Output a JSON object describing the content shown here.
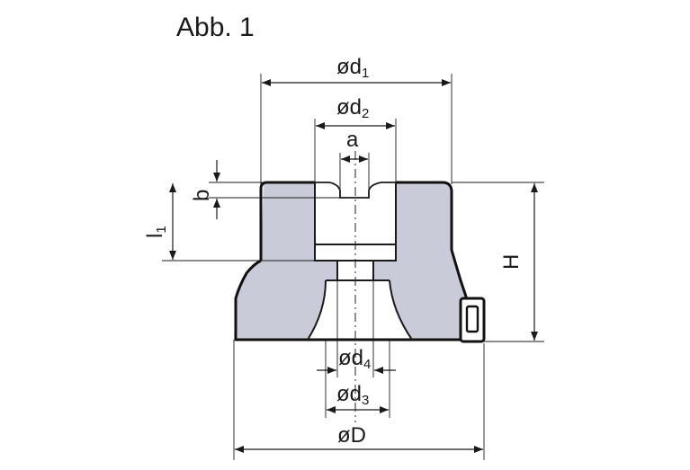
{
  "figure": {
    "title": "Abb. 1",
    "labels": {
      "d1": {
        "prefix": "ød",
        "sub": "1"
      },
      "d2": {
        "prefix": "ød",
        "sub": "2"
      },
      "d3": {
        "prefix": "ød",
        "sub": "3"
      },
      "d4": {
        "prefix": "ød",
        "sub": "4"
      },
      "D": "øD",
      "a": "a",
      "b": "b",
      "l1": {
        "prefix": "l",
        "sub": "1"
      },
      "H": "H"
    },
    "colors": {
      "body_fill": "#c9ccd8",
      "outline": "#111111",
      "line": "#1a1a1a"
    }
  }
}
